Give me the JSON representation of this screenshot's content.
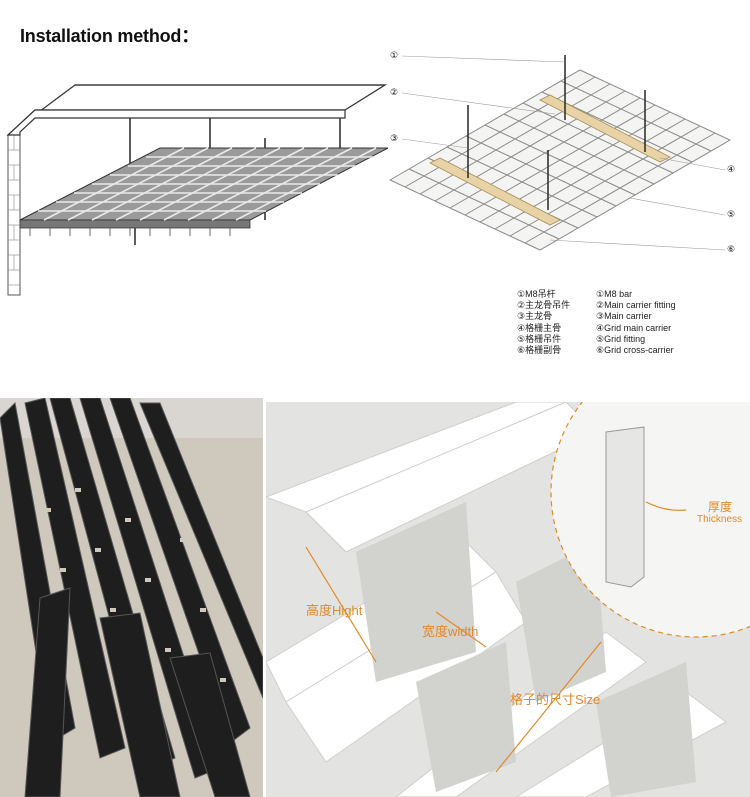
{
  "title": "Installation method：",
  "callout_numbers": [
    "①",
    "②",
    "③",
    "④",
    "⑤",
    "⑥"
  ],
  "legend_cn": [
    "①M8吊杆",
    "②主龙骨吊件",
    "③主龙骨",
    "④格栅主骨",
    "⑤格栅吊件",
    "⑥格栅副骨"
  ],
  "legend_en": [
    "①M8 bar",
    "②Main carrier fitting",
    "③Main carrier",
    "④Grid main carrier",
    "⑤Grid fitting",
    "⑥Grid cross-carrier"
  ],
  "labels": {
    "height": "高度Hight",
    "width": "宽度width",
    "size": "格子的尺寸Size",
    "thickness_cn": "厚度",
    "thickness_en": "Thickness"
  },
  "colors": {
    "callout": "#e08a2a",
    "main_carrier": "#e8d3a6",
    "rail_dark": "#2a2a2a",
    "grid_white": "#f4f4f2"
  }
}
